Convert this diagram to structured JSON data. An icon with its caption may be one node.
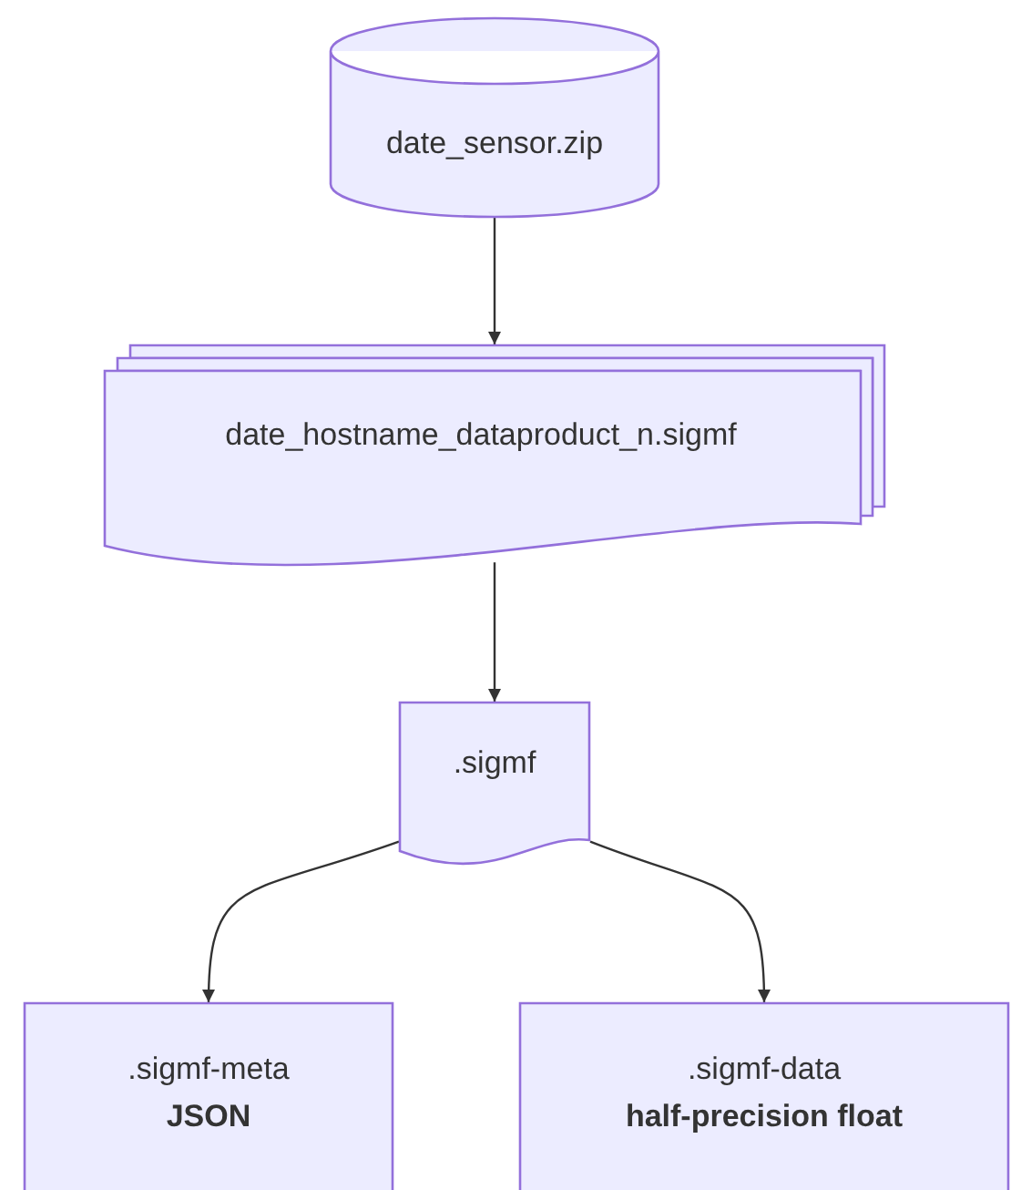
{
  "diagram": {
    "nodes": [
      {
        "text": [
          "date_sensor.zip"
        ]
      },
      {
        "text": [
          "date_hostname_dataproduct_n.sigmf"
        ]
      },
      {
        "text": [
          ".sigmf"
        ]
      },
      {
        "text": [
          ".sigmf-meta",
          "JSON"
        ]
      },
      {
        "text": [
          ".sigmf-data",
          "half-precision float"
        ]
      }
    ],
    "edges": [
      {
        "from": 0,
        "to": 1,
        "arrow": "to"
      },
      {
        "from": 1,
        "to": 2,
        "arrow": "to"
      },
      {
        "from": 2,
        "to": 3,
        "arrow": "to"
      },
      {
        "from": 2,
        "to": 4,
        "arrow": "to"
      }
    ]
  }
}
